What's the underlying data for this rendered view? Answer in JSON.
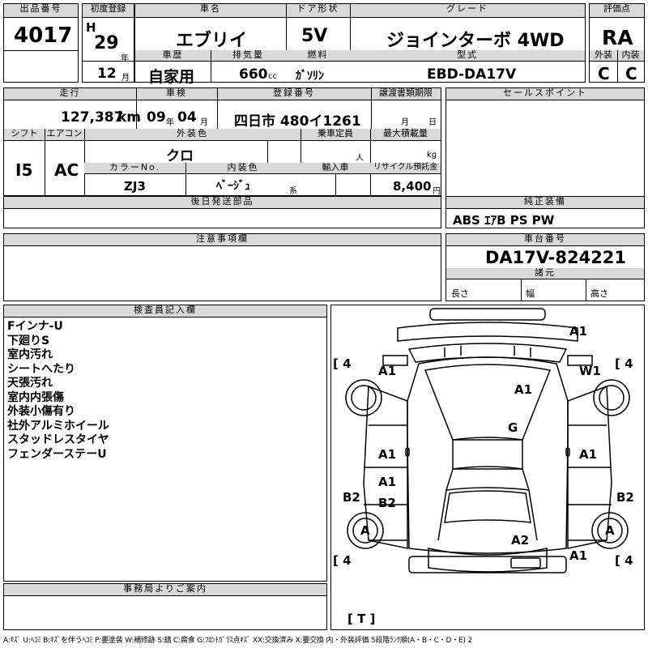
{
  "lot": {
    "label": "出品番号",
    "value": "4017"
  },
  "first_reg": {
    "label": "初度登録",
    "era": "H",
    "year": "29",
    "year_unit": "年",
    "month": "12",
    "month_unit": "月"
  },
  "car_name": {
    "label": "車名",
    "value": "エブリイ"
  },
  "door": {
    "label": "ドア形状",
    "value": "5V"
  },
  "grade": {
    "label": "グレード",
    "value": "ジョインターボ 4WD"
  },
  "score": {
    "label": "評価点",
    "value": "RA",
    "ext_label": "外装",
    "int_label": "内装",
    "ext_value": "C",
    "int_value": "C"
  },
  "history": {
    "label": "車歴",
    "value": "自家用"
  },
  "displacement": {
    "label": "排気量",
    "value": "660",
    "unit": "cc"
  },
  "fuel": {
    "label": "燃料",
    "value": "ｶﾞｿﾘﾝ"
  },
  "model": {
    "label": "型式",
    "value": "EBD-DA17V"
  },
  "mileage": {
    "label": "走行",
    "value": "127,387",
    "unit": "km"
  },
  "inspection": {
    "label": "車検",
    "year": "09",
    "year_unit": "年",
    "month": "04",
    "month_unit": "月"
  },
  "reg_no": {
    "label": "登録番号",
    "value": "四日市 480イ1261"
  },
  "transfer": {
    "label": "譲渡書類期限",
    "month_unit": "月",
    "day_unit": "日"
  },
  "sales_point": {
    "label": "セールスポイント"
  },
  "shift": {
    "label": "シフト",
    "value": "I5"
  },
  "aircon": {
    "label": "エアコン",
    "value": "AC"
  },
  "ext_color": {
    "label": "外装色",
    "value": "クロ"
  },
  "capacity": {
    "label": "乗車定員",
    "unit": "人"
  },
  "max_load": {
    "label": "最大積載量",
    "unit": "kg"
  },
  "color_no": {
    "label": "カラーNo.",
    "value": "ZJ3"
  },
  "int_color": {
    "label": "内装色",
    "value": "ﾍﾞｰｼﾞｭ",
    "suffix": "系"
  },
  "import": {
    "label": "輸入車"
  },
  "recycle": {
    "label": "リサイクル預託金",
    "value": "8,400",
    "unit": "円"
  },
  "later_parts": {
    "label": "後日発送部品"
  },
  "equipment": {
    "label": "純正装備",
    "value": "ABS ｴｱB PS PW"
  },
  "notes": {
    "label": "注意事項欄"
  },
  "chassis": {
    "label": "車台番号",
    "value": "DA17V-824221"
  },
  "specs": {
    "label": "諸元",
    "length": "長さ",
    "width": "幅",
    "height": "高さ"
  },
  "inspector": {
    "label": "検査員記入欄",
    "lines": [
      "Fインナ-U",
      "下廻りS",
      "室内汚れ",
      "シートへたり",
      "天張汚れ",
      "室内内張傷",
      "外装小傷有り",
      "社外アルミホイール",
      "スタッドレスタイヤ",
      "フェンダーステーU"
    ]
  },
  "diagram": {
    "marks": {
      "fl_fender": "A1",
      "fr_fender": "W1",
      "roof_front": "A1",
      "top_right": "A1",
      "glass": "G",
      "l_door": "A1",
      "r_door": "A1",
      "l_rear": "A1",
      "l_rear2": "B2",
      "l_quarter": "B2",
      "r_quarter": "B2",
      "rear": "A2",
      "rear_right": "A1",
      "wheel_rl": "A",
      "wheel_rr": "A"
    },
    "tread": {
      "fl": "4",
      "fr": "4",
      "rl": "4",
      "rr": "4",
      "spare": "T"
    }
  },
  "office": {
    "label": "事務局よりご案内"
  },
  "legend": "A:ｷｽﾞ U:ﾍｺﾐ B:ｷｽﾞを伴うﾍｺﾐ P:要塗装 W:補修跡 S:錆 C:腐食 G:ﾌﾛﾝﾄｶﾞﾗｽ点ｷｽﾞ XX:交換済み X:要交換 内・外装評価 5段階ﾗﾝｸ順(A・B・C・D・E) 2"
}
